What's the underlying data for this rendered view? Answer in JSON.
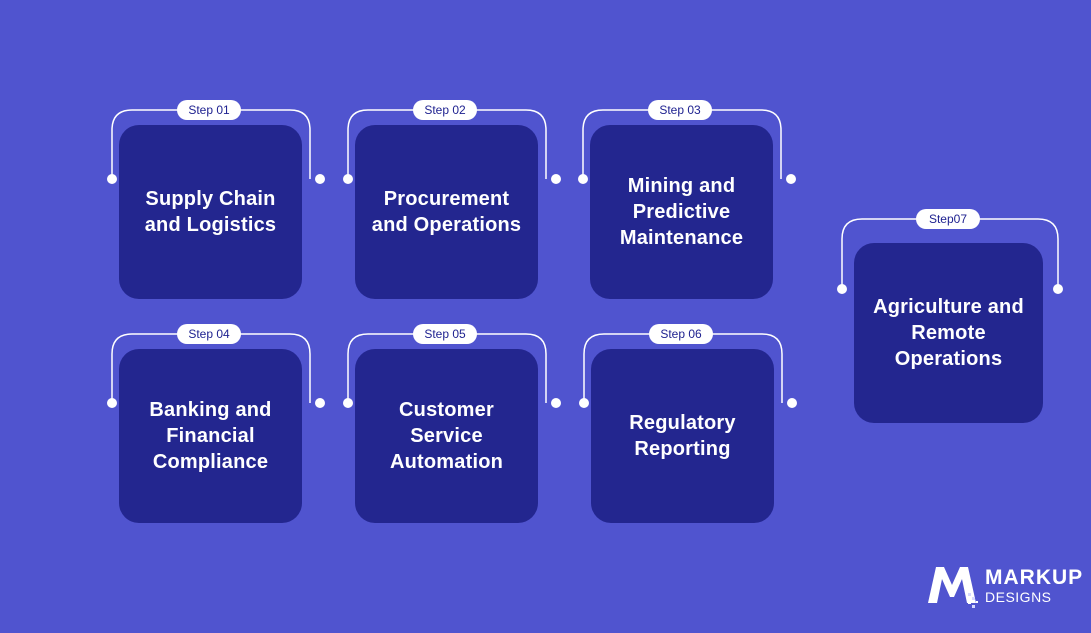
{
  "steps": [
    {
      "label": "Step 01",
      "title": "Supply Chain and Logistics"
    },
    {
      "label": "Step 02",
      "title": "Procurement and Operations"
    },
    {
      "label": "Step 03",
      "title": "Mining and Predictive Maintenance"
    },
    {
      "label": "Step 04",
      "title": "Banking and Financial Compliance"
    },
    {
      "label": "Step 05",
      "title": "Customer Service Automation"
    },
    {
      "label": "Step 06",
      "title": "Regulatory Reporting"
    },
    {
      "label": "Step07",
      "title": "Agriculture and Remote Operations"
    }
  ],
  "brand": {
    "name_line1": "MARKUP",
    "name_line2": "DESIGNS"
  },
  "colors": {
    "background": "#5054cf",
    "card": "#23268f",
    "line": "#ffffff"
  }
}
